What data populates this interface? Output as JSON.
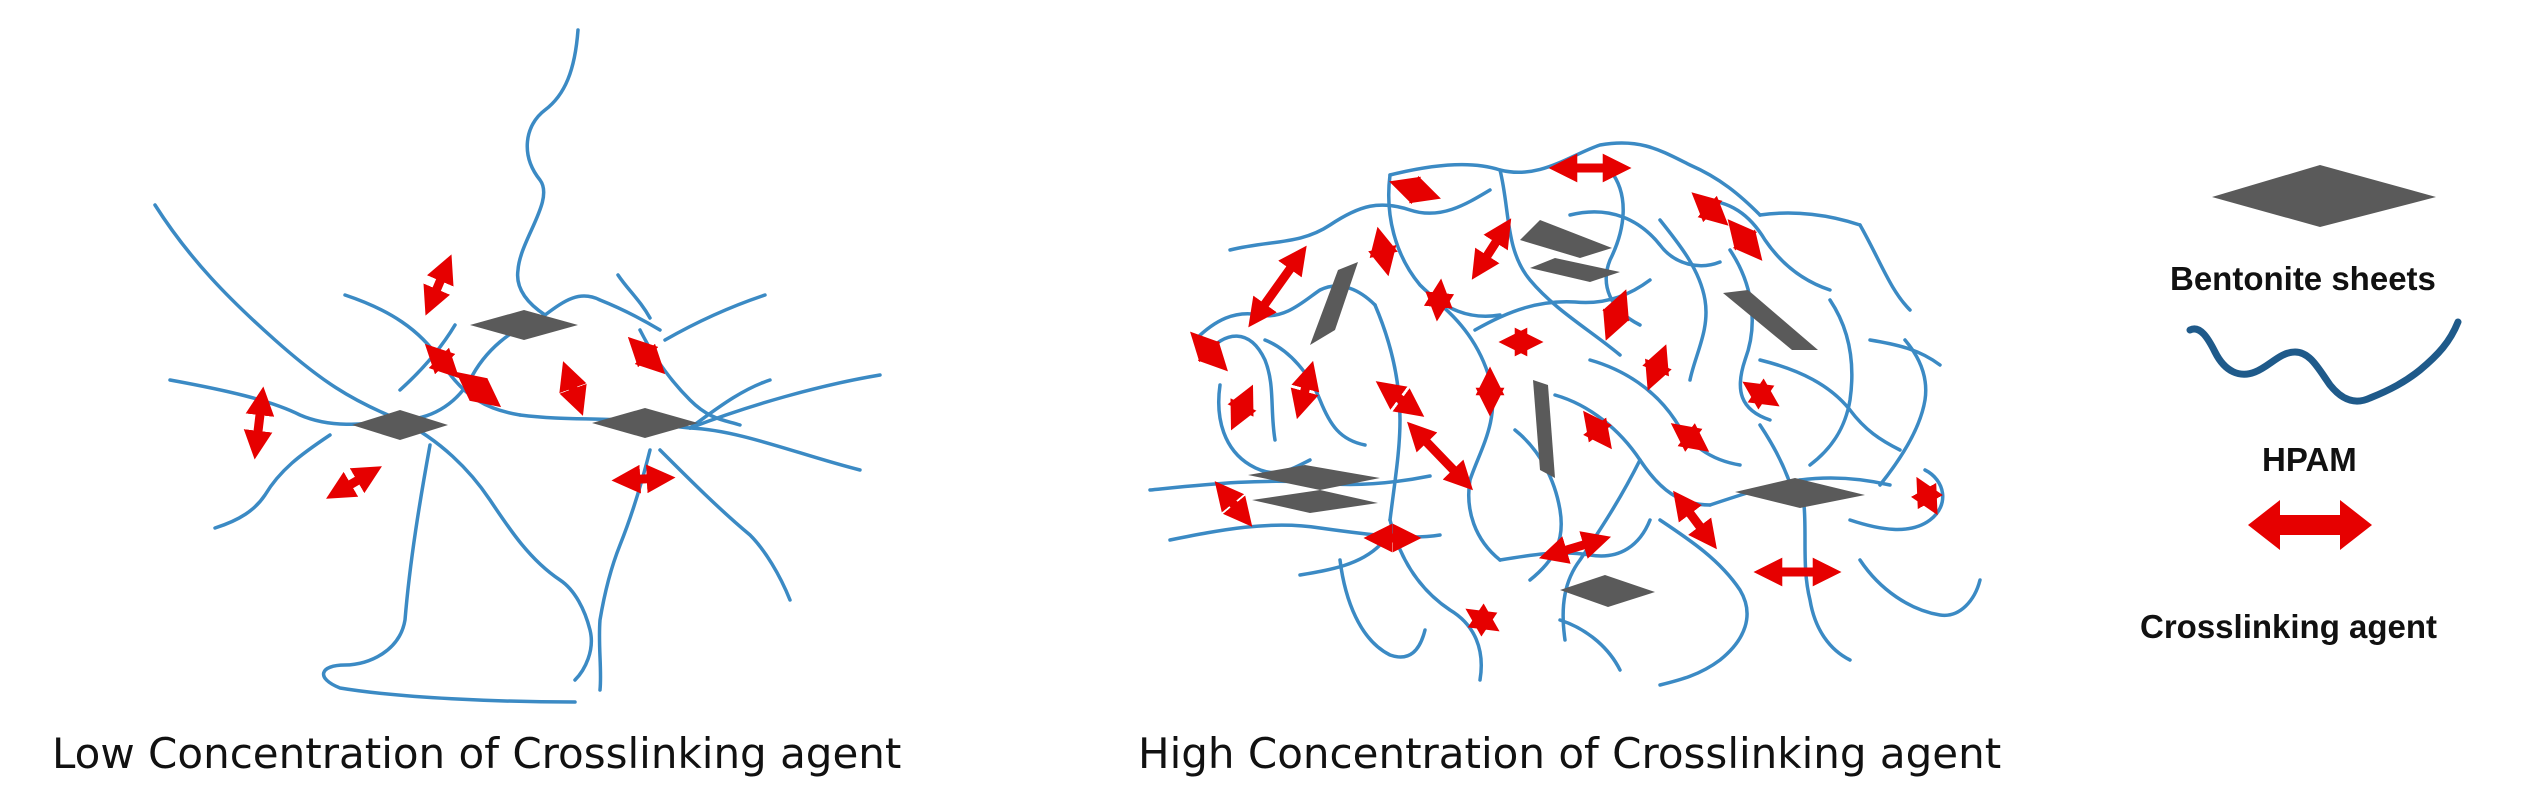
{
  "captions": {
    "low": "Low Concentration of Crosslinking agent",
    "high": "High Concentration of Crosslinking agent"
  },
  "legend": {
    "bentonite": "Bentonite sheets",
    "hpam": "HPAM",
    "crosslinker": "Crosslinking agent"
  },
  "colors": {
    "hpam_chain": "#3b8ac4",
    "hpam_legend": "#1f5a8a",
    "bentonite_sheet": "#5a5a5a",
    "crosslinking_agent": "#e60000",
    "text": "#111111"
  }
}
